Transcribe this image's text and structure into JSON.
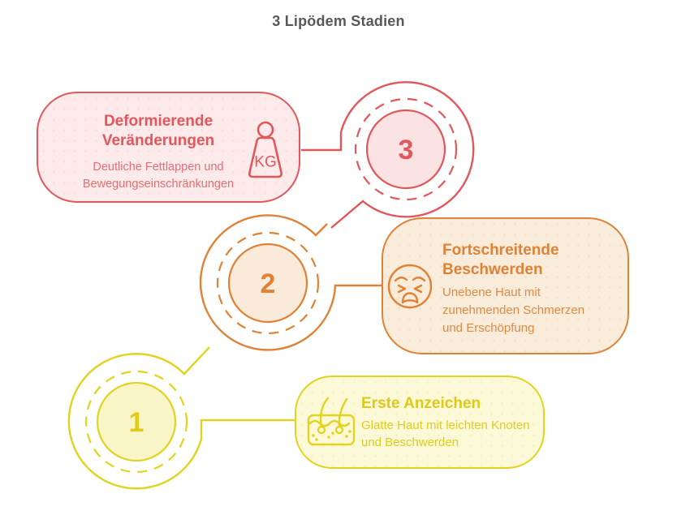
{
  "title": "3 Lipödem Stadien",
  "colors": {
    "title_text": "#57585a",
    "stage1_accent": "#e1d31f",
    "stage2_accent": "#df8236",
    "stage3_accent": "#e2575b",
    "stage1_fill": "#f8f5c6",
    "stage2_fill": "#faead9",
    "stage3_fill": "#fbe3e3"
  },
  "stages": [
    {
      "number": "1",
      "name": "Erste Anzeichen",
      "description": "Glatte Haut mit leichten Knoten und Beschwerden",
      "icon": "skin-layer-icon"
    },
    {
      "number": "2",
      "name": "Fortschreitende Beschwerden",
      "description": "Unebene Haut mit zunehmenden Schmerzen und Erschöpfung",
      "icon": "weary-face-icon"
    },
    {
      "number": "3",
      "name": "Deformierende Veränderungen",
      "description": "Deutliche Fettlappen und Bewegungseinschränkungen",
      "icon": "weight-icon",
      "icon_label": "KG"
    }
  ]
}
